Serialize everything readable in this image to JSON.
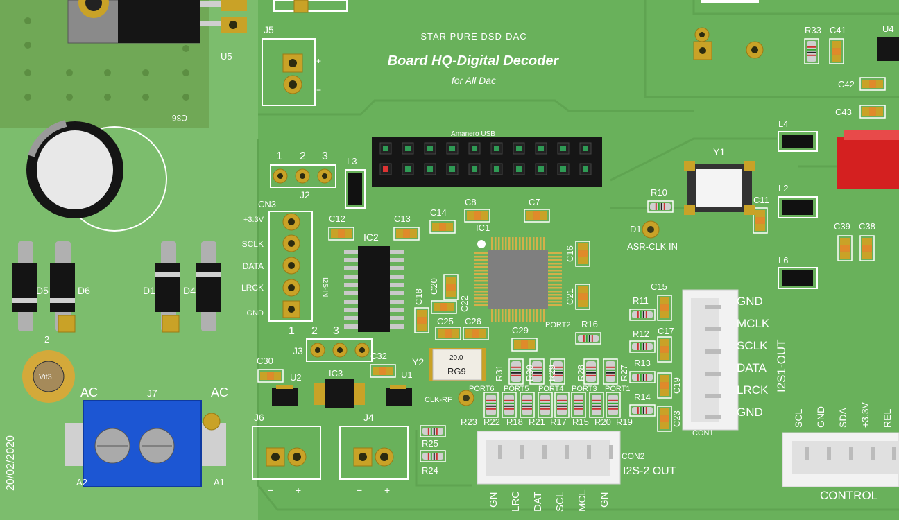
{
  "board": {
    "brand": "STAR PURE DSD-DAC",
    "title": "Board HQ-Digital Decoder",
    "subtitle": "for All Dac",
    "date": "20/02/2020",
    "usb_header": "Amanero USB",
    "colors": {
      "pcb": "#6fb760",
      "pcb_dark": "#5aa34e",
      "left_area": "#78b86a",
      "silk": "#ffffff",
      "gold": "#c9a227"
    }
  },
  "refs": {
    "u5": "U5",
    "j5": "J5",
    "c36": "C36",
    "d5": "D5",
    "d6": "D6",
    "d1": "D1",
    "d4": "D4",
    "vit3": "Vit3",
    "num2": "2",
    "ac_left": "AC",
    "ac_right": "AC",
    "j7": "J7",
    "a1": "A1",
    "a2": "A2",
    "l3": "L3",
    "j2": "J2",
    "j2_pins": [
      "1",
      "2",
      "3"
    ],
    "cn3": "CN3",
    "cn3_pins": [
      "+3.3V",
      "SCLK",
      "DATA",
      "LRCK",
      "GND"
    ],
    "cn3_side": "I2S-IN",
    "cn3_nums": [
      "1",
      "2",
      "3"
    ],
    "c12": "C12",
    "c13": "C13",
    "c14": "C14",
    "c8": "C8",
    "c7": "C7",
    "ic1": "IC1",
    "ic2": "IC2",
    "c16": "C16",
    "c18": "C18",
    "c20": "C20",
    "c21": "C21",
    "c22": "C22",
    "c25": "C25",
    "c26": "C26",
    "c29": "C29",
    "port2": "PORT2",
    "r16": "R16",
    "y2": "Y2",
    "y2_top": "20.0",
    "y2_bot": "RG9",
    "r31": "R31",
    "r30": "R30",
    "r29": "R29",
    "r28": "R28",
    "r27": "R27",
    "ports": [
      "PORT6",
      "PORT5",
      "PORT4",
      "PORT3",
      "PORT1"
    ],
    "resistor_row": [
      "R23",
      "R22",
      "R18",
      "R21",
      "R17",
      "R15",
      "R20",
      "R19"
    ],
    "clkrf": "CLK-RF",
    "r25": "R25",
    "r24": "R24",
    "j3": "J3",
    "c32": "C32",
    "ic3": "IC3",
    "c30": "C30",
    "u2": "U2",
    "u1": "U1",
    "j6": "J6",
    "j4": "J4",
    "minus": "−",
    "plus": "+",
    "cn2": "CON2",
    "i2s2": "I2S-2 OUT",
    "cn2_pins": [
      "GN",
      "LRC",
      "DAT",
      "SCL",
      "MCL",
      "GN"
    ],
    "y1": "Y1",
    "r10": "R10",
    "d1led": "D1",
    "asr": "ASR-CLK IN",
    "c11": "C11",
    "c15": "C15",
    "c17": "C17",
    "c19": "C19",
    "c23": "C23",
    "r11": "R11",
    "r12": "R12",
    "r13": "R13",
    "r14": "R14",
    "con1": "CON1",
    "i2s1": "I2S1-OUT",
    "con1_pins": [
      "GND",
      "MCLK",
      "SCLK",
      "DATA",
      "LRCK",
      "GND"
    ],
    "l4": "L4",
    "l2": "L2",
    "l6": "L6",
    "c39": "C39",
    "c38": "C38",
    "r33": "R33",
    "c41": "C41",
    "u4": "U4",
    "c42": "C42",
    "c43": "C43",
    "control": "CONTROL",
    "ctrl_pins": [
      "SCL",
      "GND",
      "SDA",
      "+3.3V",
      "REL"
    ]
  }
}
